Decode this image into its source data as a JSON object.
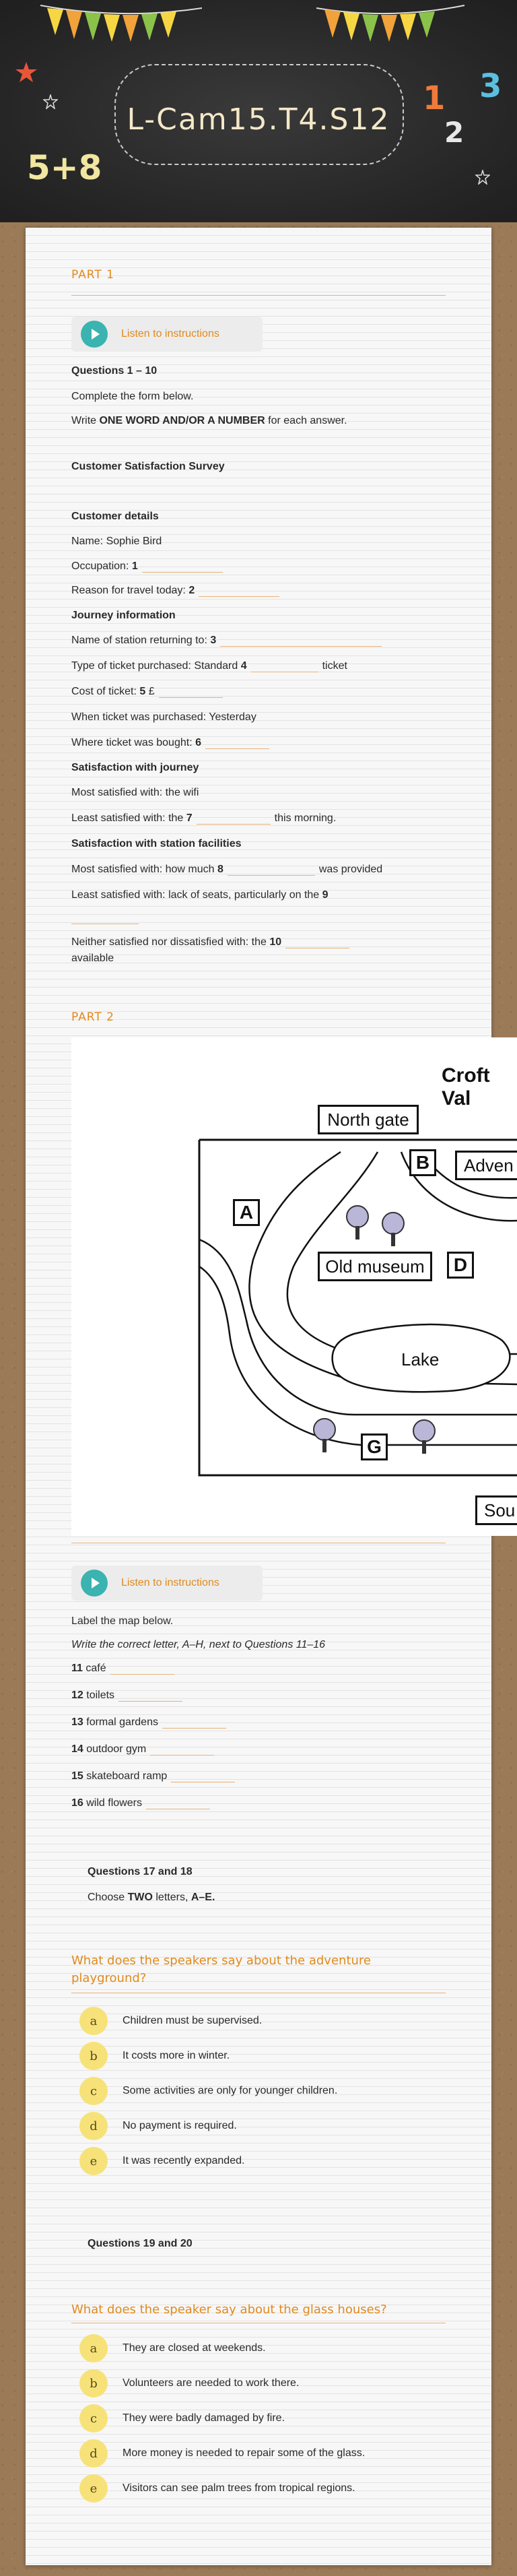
{
  "header": {
    "title": "L-Cam15.T4.S12",
    "chalk_sum": "5+8",
    "digits": [
      "1",
      "2",
      "3"
    ]
  },
  "part1": {
    "title": "PART 1",
    "listen_label": "Listen to instructions",
    "questions_range": "Questions 1 – 10",
    "instruction1": "Complete the form below.",
    "instruction2_pre": "Write ",
    "instruction2_bold": "ONE WORD AND/OR A NUMBER",
    "instruction2_post": " for each answer.",
    "form_title": "Customer Satisfaction Survey",
    "section_customer": "Customer details",
    "name_line": "Name: Sophie Bird",
    "occupation_label": "Occupation: ",
    "q1": "1",
    "reason_label": "Reason for travel today: ",
    "q2": "2",
    "section_journey": "Journey information",
    "station_label": "Name of station returning to: ",
    "q3": "3",
    "ticket_label": "Type of ticket purchased: Standard ",
    "q4": "4",
    "ticket_suffix": "ticket",
    "cost_label": "Cost of ticket: ",
    "q5": "5",
    "cost_currency": " £",
    "when_line": "When ticket was purchased: Yesterday",
    "where_label": "Where ticket was bought: ",
    "q6": "6",
    "section_satisfaction_journey": "Satisfaction with journey",
    "most_wifi": "Most satisfied with: the wifi",
    "least_label": "Least satisfied with: the ",
    "q7": "7",
    "least_suffix": "this morning.",
    "section_satisfaction_station": "Satisfaction with station facilities",
    "most_station_label": "Most satisfied with: how much ",
    "q8": "8",
    "most_station_suffix": "was provided",
    "least_station_label": "Least satisfied with: lack of seats, particularly on the ",
    "q9": "9",
    "neither_label": "Neither satisfied nor dissatisfied with: the ",
    "q10": "10",
    "neither_suffix": "available"
  },
  "part2": {
    "title": "PART 2",
    "map": {
      "title": "Croft Val",
      "north_gate": "North gate",
      "adventure": "Adven",
      "old_museum": "Old museum",
      "lake": "Lake",
      "south": "Sou",
      "letters": [
        "A",
        "B",
        "D",
        "G"
      ]
    },
    "listen_label": "Listen to instructions",
    "instruction1": "Label the map below.",
    "instruction2": "Write the correct letter, A–H, next to Questions 11–16",
    "items": [
      {
        "num": "11",
        "label": "café"
      },
      {
        "num": "12",
        "label": "toilets"
      },
      {
        "num": "13",
        "label": "formal gardens"
      },
      {
        "num": "14",
        "label": "outdoor gym"
      },
      {
        "num": "15",
        "label": "skateboard ramp"
      },
      {
        "num": "16",
        "label": "wild flowers"
      }
    ],
    "q17_18_head": "Questions 17 and 18",
    "q17_18_instr_pre": "Choose ",
    "q17_18_instr_bold": "TWO",
    "q17_18_instr_mid": " letters, ",
    "q17_18_instr_bold2": "A–E.",
    "q17_18_question": "What does the speakers say about the adventure playground?",
    "q17_18_options": [
      {
        "letter": "a",
        "text": "Children must be supervised."
      },
      {
        "letter": "b",
        "text": " It costs more in winter."
      },
      {
        "letter": "c",
        "text": "Some activities are only for younger children."
      },
      {
        "letter": "d",
        "text": "No payment is required."
      },
      {
        "letter": "e",
        "text": "It was recently expanded."
      }
    ],
    "q19_20_head": "Questions 19 and 20",
    "q19_20_question": "What does the speaker say about the glass houses?",
    "q19_20_options": [
      {
        "letter": "a",
        "text": "They are closed at weekends."
      },
      {
        "letter": "b",
        "text": "Volunteers are needed to work there."
      },
      {
        "letter": "c",
        "text": "They were badly damaged by fire."
      },
      {
        "letter": "d",
        "text": "More money is needed to repair some of the glass."
      },
      {
        "letter": "e",
        "text": "Visitors can see palm trees from tropical regions."
      }
    ]
  },
  "colors": {
    "accent": "#e08a1e",
    "play": "#3bb3b0",
    "option_bubble": "#f7e27a",
    "chalkboard": "#2b2b2b"
  }
}
